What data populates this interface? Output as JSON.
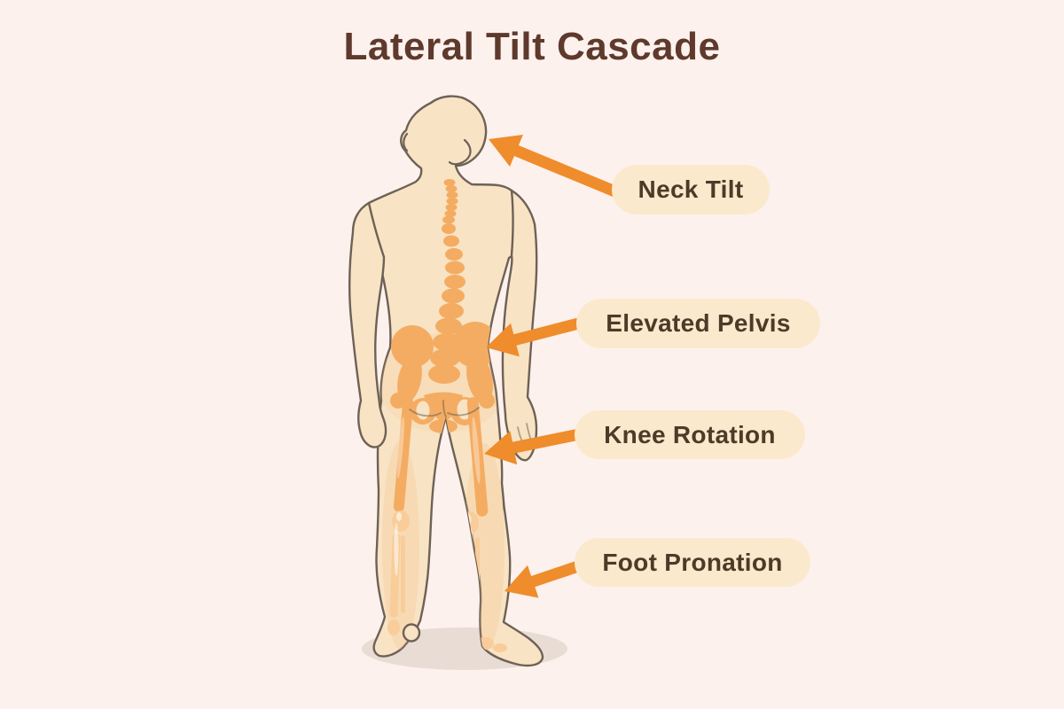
{
  "title": "Lateral Tilt Cascade",
  "labels": [
    {
      "id": "neck-tilt",
      "text": "Neck Tilt"
    },
    {
      "id": "elevated-pelvis",
      "text": "Elevated Pelvis"
    },
    {
      "id": "knee-rotation",
      "text": "Knee Rotation"
    },
    {
      "id": "foot-pronation",
      "text": "Foot Pronation"
    }
  ],
  "colors": {
    "background": "#fcf1ed",
    "title_text": "#5e392c",
    "label_bg": "#fbe9cd",
    "label_text": "#4e3a28",
    "arrow": "#ef8c2b",
    "skin": "#f8e3c4",
    "skin_shade": "#f4c389",
    "bone": "#f4ac62",
    "bone_light": "#f8cd9a",
    "outline": "#6e6156",
    "shadow": "#e8dcd4"
  }
}
